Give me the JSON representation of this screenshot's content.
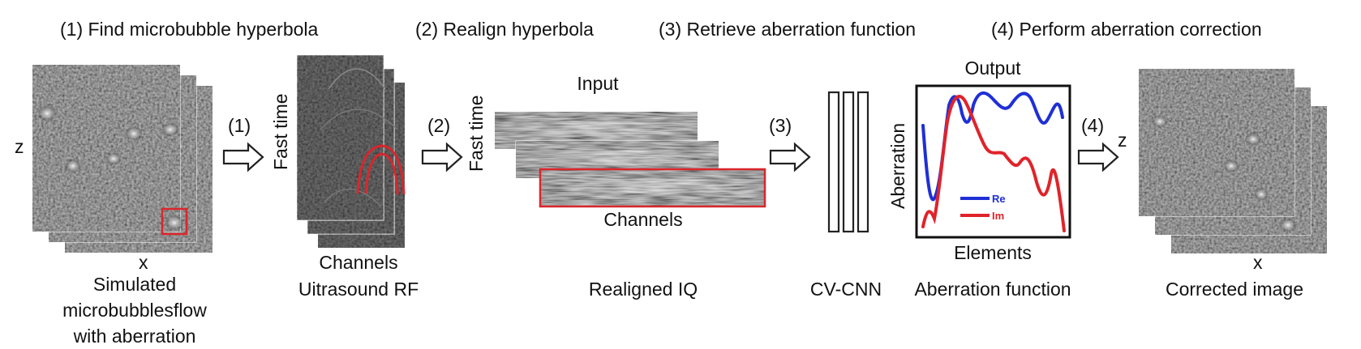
{
  "steps": [
    {
      "title": "(1) Find microbubble hyperbola",
      "marker": "(1)"
    },
    {
      "title": "(2) Realign hyperbola",
      "marker": "(2)"
    },
    {
      "title": "(3) Retrieve aberration function",
      "marker": "(3)"
    },
    {
      "title": "(4) Perform aberration correction",
      "marker": "(4)"
    }
  ],
  "panel1": {
    "axis_z": "z",
    "axis_x": "x",
    "caption_lines": [
      "Simulated",
      "microbubblesflow",
      "with aberration"
    ]
  },
  "panel2": {
    "ylabel": "Fast time",
    "xlabel": "Channels",
    "caption": "Uitrasound RF"
  },
  "panel3": {
    "ylabel": "Fast time",
    "top_label": "Input",
    "xlabel": "Channels",
    "caption": "Realigned IQ"
  },
  "panel4": {
    "caption": "CV-CNN"
  },
  "panel5": {
    "top_label": "Output",
    "ylabel": "Aberration",
    "xlabel": "Elements",
    "caption": "Aberration function",
    "legend": [
      {
        "name": "Re",
        "color": "#1f2fd6"
      },
      {
        "name": "Im",
        "color": "#e0232a"
      }
    ]
  },
  "panel6": {
    "axis_z": "z",
    "axis_x": "x",
    "caption": "Corrected image"
  },
  "colors": {
    "highlight": "#d9262c",
    "re_line": "#1f2fd6",
    "im_line": "#e0232a"
  }
}
